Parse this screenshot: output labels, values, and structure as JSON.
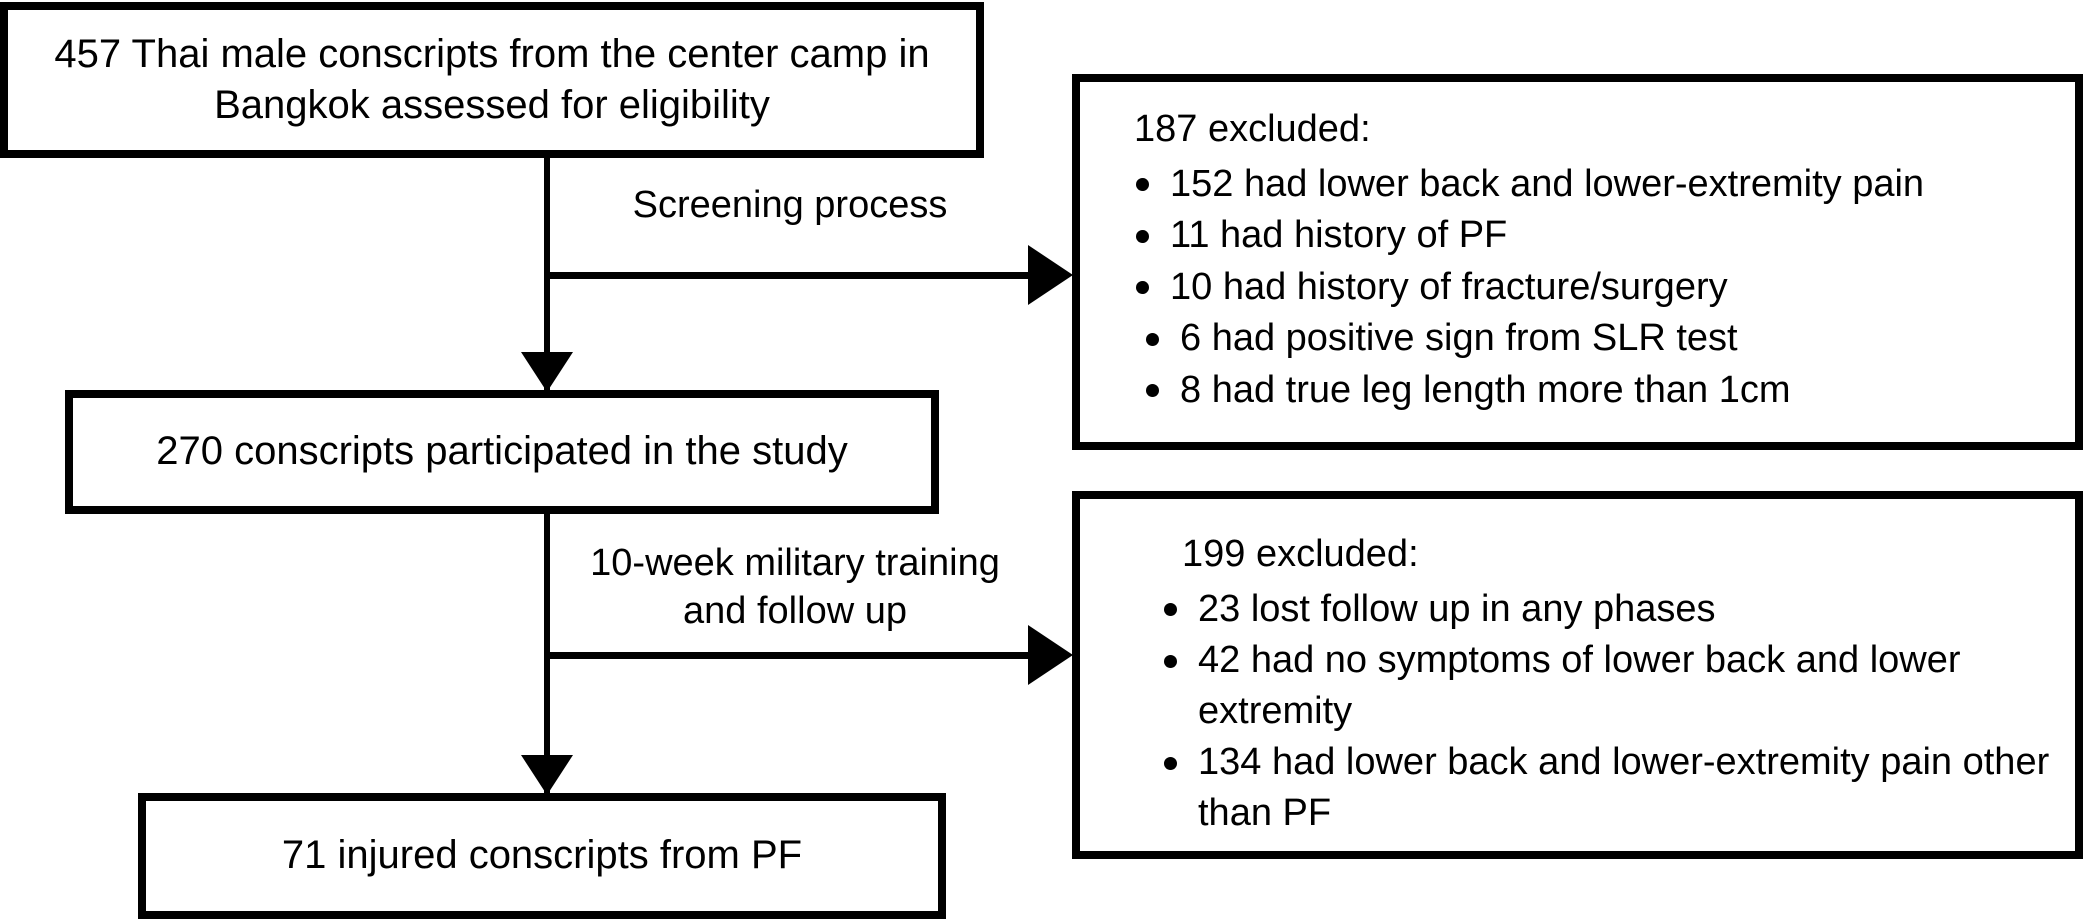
{
  "diagram": {
    "type": "study-flow-diagram",
    "colors": {
      "stroke": "#000000",
      "background": "#ffffff",
      "text": "#000000"
    },
    "nodes": {
      "assessed": {
        "label": "457 Thai male conscripts from the center camp in Bangkok assessed for eligibility",
        "count": 457
      },
      "participated": {
        "label": "270 conscripts participated in the study",
        "count": 270
      },
      "injured": {
        "label": "71 injured conscripts from PF",
        "count": 71
      }
    },
    "edges": {
      "screening": {
        "label": "Screening process"
      },
      "training": {
        "label": "10-week military training\nand follow up"
      }
    },
    "excluded_1": {
      "heading": "187 excluded:",
      "count": 187,
      "items": [
        "152 had lower back and lower-extremity pain",
        "11 had history of PF",
        "10 had history of fracture/surgery",
        "6 had positive sign from SLR test",
        "8 had true leg length more than 1cm"
      ]
    },
    "excluded_2": {
      "heading": "199 excluded:",
      "count": 199,
      "items": [
        "23 lost follow up in any phases",
        "42 had no symptoms of lower back and lower extremity",
        "134 had lower back and lower-extremity pain other than PF"
      ]
    }
  }
}
